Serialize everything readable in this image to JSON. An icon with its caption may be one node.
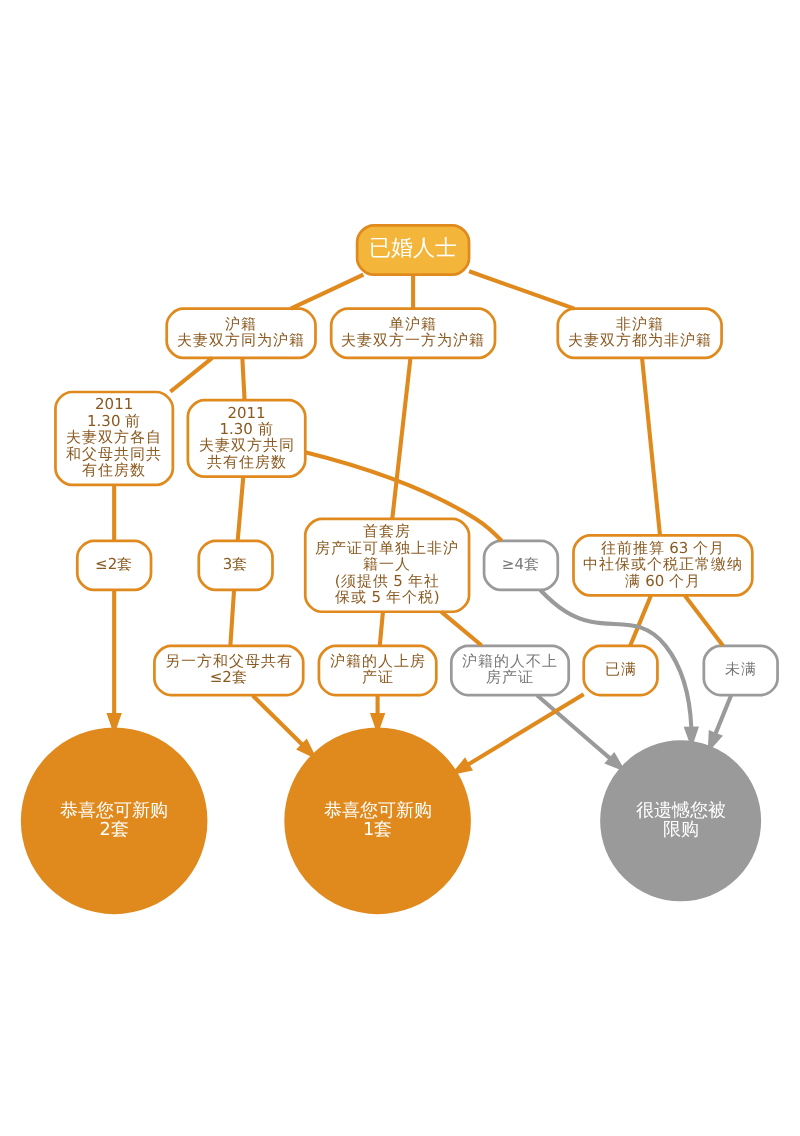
{
  "diagram": {
    "nodes": [
      {
        "text": [
          "已婚人士"
        ]
      },
      {
        "text": [
          "沪籍",
          "夫妻双方同为沪籍"
        ]
      },
      {
        "text": [
          "单沪籍",
          "夫妻双方一方为沪籍"
        ]
      },
      {
        "text": [
          "非沪籍",
          "夫妻双方都为非沪籍"
        ]
      },
      {
        "text": [
          "2011 1.30 前",
          "夫妻双方各自和父母共同共有住房数"
        ]
      },
      {
        "text": [
          "2011 1.30 前",
          "夫妻双方共同共有住房数"
        ]
      },
      {
        "text": [
          "首套房",
          "房产证可单独上非沪籍一人",
          "(须提供 5 年社保或 5 年个税)"
        ]
      },
      {
        "text": [
          "往前推算 63 个月中社保或个税正常缴纳满 60 个月"
        ]
      },
      {
        "text": [
          "≤2套"
        ]
      },
      {
        "text": [
          "3套"
        ]
      },
      {
        "text": [
          "≥4套"
        ]
      },
      {
        "text": [
          "另一方和父母共有",
          "≤2套"
        ]
      },
      {
        "text": [
          "沪籍的人上房产证"
        ]
      },
      {
        "text": [
          "沪籍的人不上房产证"
        ]
      },
      {
        "text": [
          "已满"
        ]
      },
      {
        "text": [
          "未满"
        ]
      },
      {
        "text": [
          "恭喜您可新购",
          "2套"
        ]
      },
      {
        "text": [
          "恭喜您可新购",
          "1套"
        ]
      },
      {
        "text": [
          "很遗憾您被",
          "限购"
        ]
      }
    ],
    "edges": [
      {
        "from": 0,
        "to": 1,
        "arrow": "none"
      },
      {
        "from": 0,
        "to": 2,
        "arrow": "none"
      },
      {
        "from": 0,
        "to": 3,
        "arrow": "none"
      },
      {
        "from": 1,
        "to": 4,
        "arrow": "none"
      },
      {
        "from": 1,
        "to": 5,
        "arrow": "none"
      },
      {
        "from": 2,
        "to": 6,
        "arrow": "none"
      },
      {
        "from": 3,
        "to": 7,
        "arrow": "none"
      },
      {
        "from": 4,
        "to": 8,
        "arrow": "none"
      },
      {
        "from": 5,
        "to": 9,
        "arrow": "none"
      },
      {
        "from": 5,
        "to": 10,
        "arrow": "none"
      },
      {
        "from": 6,
        "to": 12,
        "arrow": "none"
      },
      {
        "from": 6,
        "to": 13,
        "arrow": "none"
      },
      {
        "from": 7,
        "to": 14,
        "arrow": "none"
      },
      {
        "from": 7,
        "to": 15,
        "arrow": "none"
      },
      {
        "from": 8,
        "to": 16,
        "arrow": "to"
      },
      {
        "from": 9,
        "to": 11,
        "arrow": "none"
      },
      {
        "from": 11,
        "to": 17,
        "arrow": "to"
      },
      {
        "from": 12,
        "to": 17,
        "arrow": "to"
      },
      {
        "from": 14,
        "to": 17,
        "arrow": "to"
      },
      {
        "from": 10,
        "to": 18,
        "arrow": "to",
        "color": "#9a9a9a"
      },
      {
        "from": 13,
        "to": 18,
        "arrow": "to",
        "color": "#9a9a9a"
      },
      {
        "from": 15,
        "to": 18,
        "arrow": "to",
        "color": "#9a9a9a"
      }
    ]
  }
}
